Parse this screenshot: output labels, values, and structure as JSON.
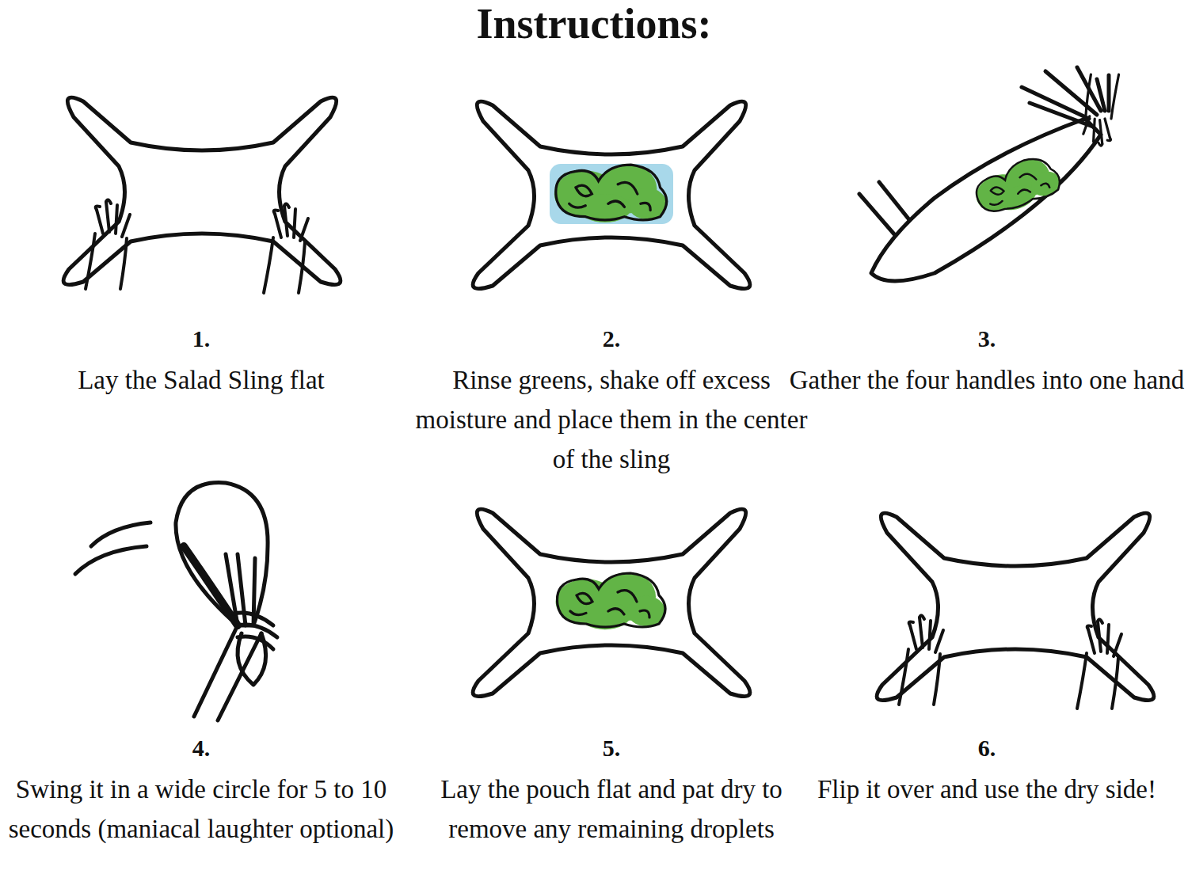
{
  "diagram": {
    "title": "Instructions:",
    "labels": [
      "1.",
      "Lay the Salad Sling flat",
      "2.",
      "Rinse greens, shake off excess moisture and place them in the center of the sling",
      "3.",
      "Gather the four handles into one hand",
      "4.",
      "Swing it in a wide circle for 5 to 10 seconds (maniacal laughter optional)",
      "5.",
      "Lay the pouch flat and pat dry to remove any remaining droplets",
      "6.",
      "Flip it over and use the dry side!"
    ]
  }
}
